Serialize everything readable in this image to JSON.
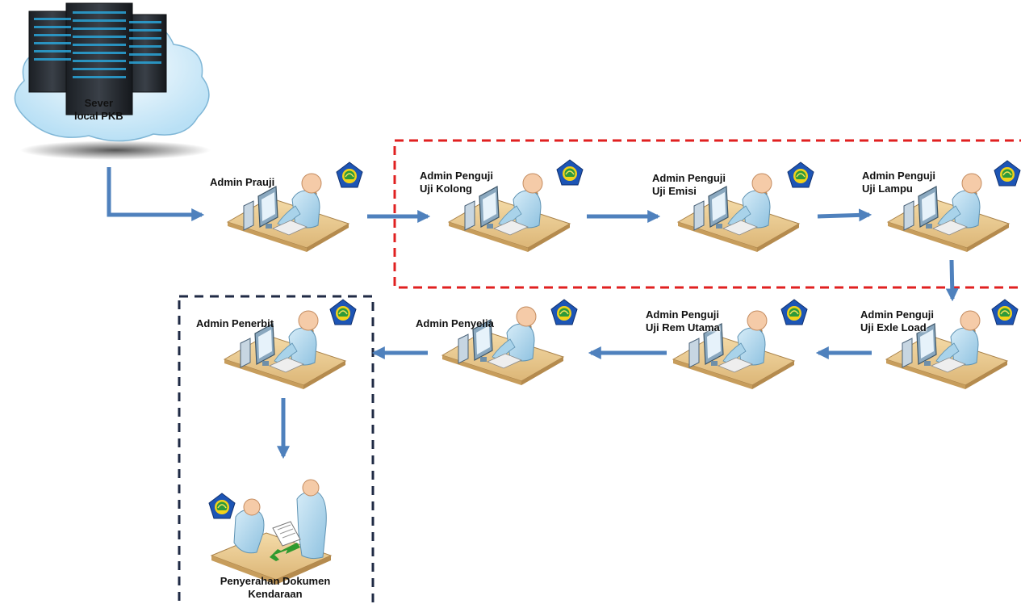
{
  "corner_text": "",
  "server": {
    "line1": "Sever",
    "line2": "local PKB"
  },
  "stations": {
    "prauji": {
      "line1": "Admin Prauji"
    },
    "kolong": {
      "line1": "Admin Penguji",
      "line2": "Uji Kolong"
    },
    "emisi": {
      "line1": "Admin Penguji",
      "line2": "Uji Emisi"
    },
    "lampu": {
      "line1": "Admin Penguji",
      "line2": "Uji Lampu"
    },
    "exle": {
      "line1": "Admin Penguji",
      "line2": "Uji Exle Load"
    },
    "rem": {
      "line1": "Admin Penguji",
      "line2": "Uji Rem Utama"
    },
    "penyelia": {
      "line1": "Admin Penyelia"
    },
    "penerbit": {
      "line1": "Admin Penerbit"
    }
  },
  "handover": {
    "line1": "Penyerahan Dokumen",
    "line2": "Kendaraan"
  },
  "colors": {
    "arrow": "#4f81bd",
    "red_box": "#e02020",
    "navy_box": "#1f2a44",
    "desk": "#e9c98f",
    "person": "#a9d3ea",
    "monitor": "#6f8fa8",
    "cloud": "#cde8f7"
  },
  "icons": [
    "server-icon",
    "cloud-icon",
    "computer-operator-icon",
    "emblem-icon",
    "handover-icon"
  ]
}
